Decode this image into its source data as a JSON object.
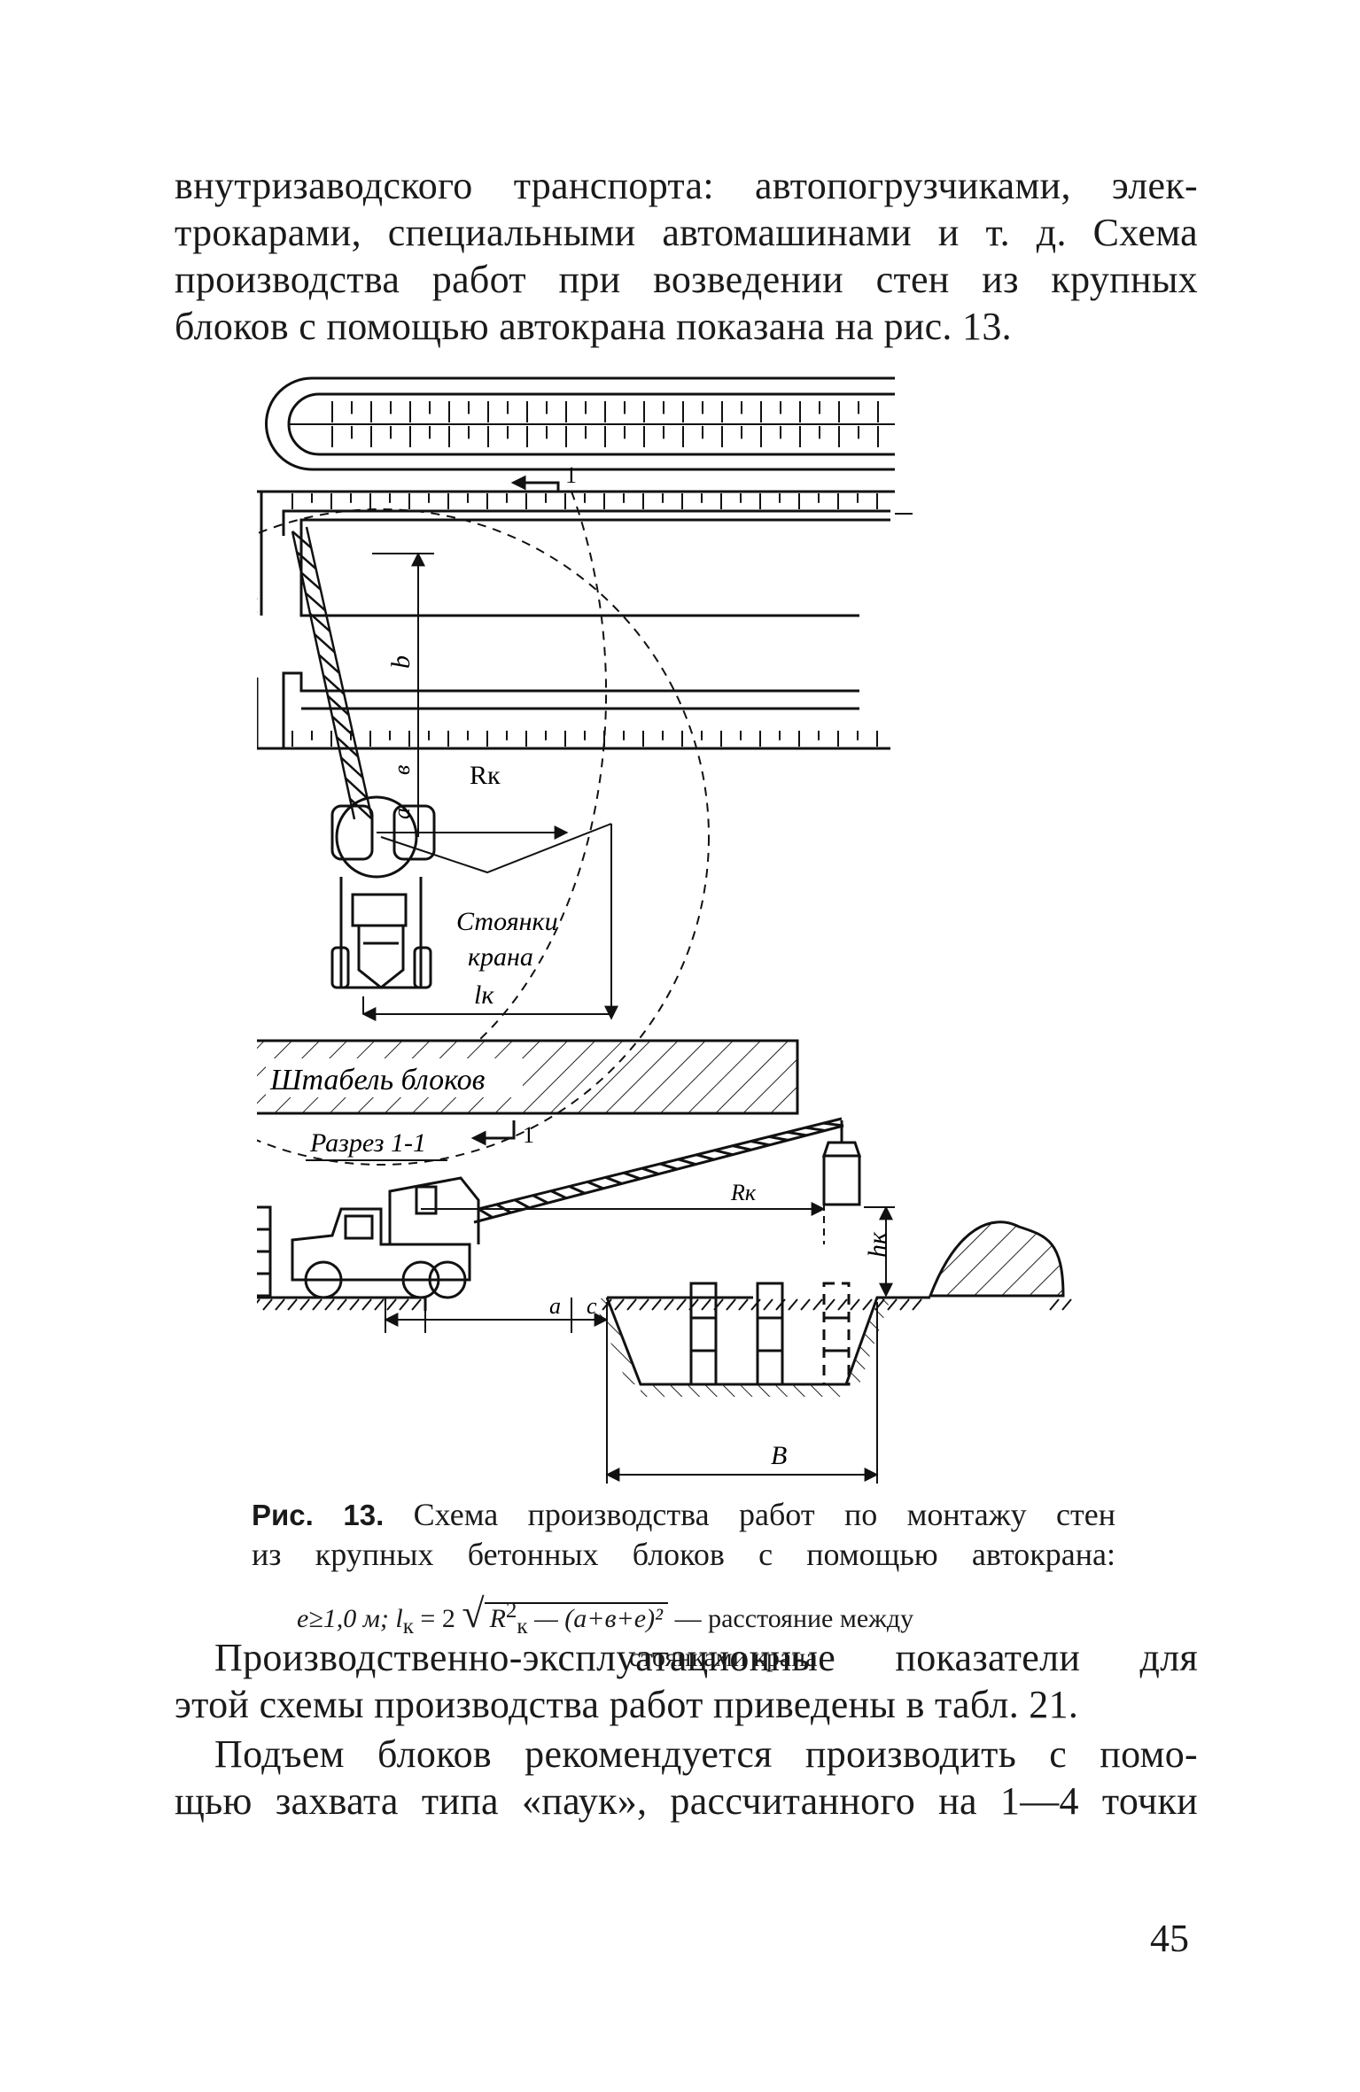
{
  "paragraph_top": [
    "внутризаводского транспорта: автопогрузчиками, элек-",
    "трокарами, специальными автомашинами и т. д. Схема",
    "производства работ при возведении стен из крупных",
    "блоков с помощью автокрана показана на рис. 13."
  ],
  "figure": {
    "labels": {
      "b": "b",
      "a": "a",
      "v": "в",
      "rk": "Rк",
      "stoyanki": "Стоянки",
      "krana": "крана",
      "lk": "lк",
      "shtabel": "Штабель блоков",
      "razrez": "Разрез  1-1",
      "section_mark_top": "1",
      "section_mark_bottom": "1",
      "rk2": "Rк",
      "hk": "hк",
      "a2": "a",
      "c": "c",
      "B": "B"
    }
  },
  "caption": {
    "label": "Рис. 13.",
    "line1": "Схема производства работ по монтажу стен",
    "line2": "из крупных бетонных блоков с помощью автокрана:",
    "formula_a": "e≥1,0 м; l",
    "formula_sub_k": "к",
    "formula_b": " = 2",
    "formula_r": "R",
    "formula_r_sup": "2",
    "formula_r_sub": "к",
    "formula_rest": " — (a+в+e)²",
    "formula_desc": " — расстояние между",
    "formula_desc2": "стоянками крана"
  },
  "paragraph_mid": [
    "Производственно-эксплуатационные показатели для",
    "этой схемы производства работ приведены в табл. 21."
  ],
  "paragraph_bottom": [
    "Подъем блоков рекомендуется производить с помо-",
    "щью захвата типа «паук», рассчитанного на 1—4 точки"
  ],
  "page_number": "45"
}
